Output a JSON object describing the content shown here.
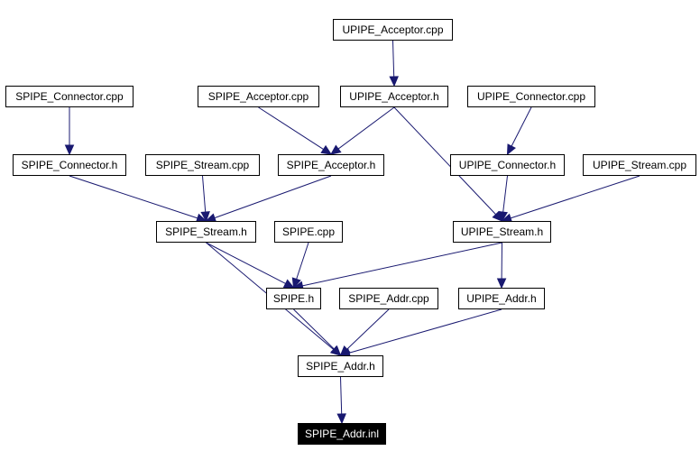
{
  "diagram": {
    "edge_color": "#191970",
    "highlight_color": "#000000",
    "nodes": {
      "upipe_acceptor_cpp": "UPIPE_Acceptor.cpp",
      "spipe_connector_cpp": "SPIPE_Connector.cpp",
      "spipe_acceptor_cpp": "SPIPE_Acceptor.cpp",
      "upipe_acceptor_h": "UPIPE_Acceptor.h",
      "upipe_connector_cpp": "UPIPE_Connector.cpp",
      "spipe_connector_h": "SPIPE_Connector.h",
      "spipe_stream_cpp": "SPIPE_Stream.cpp",
      "spipe_acceptor_h": "SPIPE_Acceptor.h",
      "upipe_connector_h": "UPIPE_Connector.h",
      "upipe_stream_cpp": "UPIPE_Stream.cpp",
      "spipe_stream_h": "SPIPE_Stream.h",
      "spipe_cpp": "SPIPE.cpp",
      "upipe_stream_h": "UPIPE_Stream.h",
      "spipe_h": "SPIPE.h",
      "spipe_addr_cpp": "SPIPE_Addr.cpp",
      "upipe_addr_h": "UPIPE_Addr.h",
      "spipe_addr_h": "SPIPE_Addr.h",
      "spipe_addr_inl": "SPIPE_Addr.inl"
    },
    "edges": [
      [
        "upipe_acceptor_cpp",
        "upipe_acceptor_h"
      ],
      [
        "spipe_connector_cpp",
        "spipe_connector_h"
      ],
      [
        "spipe_acceptor_cpp",
        "spipe_acceptor_h"
      ],
      [
        "upipe_acceptor_h",
        "spipe_acceptor_h"
      ],
      [
        "upipe_acceptor_h",
        "upipe_stream_h"
      ],
      [
        "upipe_connector_cpp",
        "upipe_connector_h"
      ],
      [
        "spipe_connector_h",
        "spipe_stream_h"
      ],
      [
        "spipe_stream_cpp",
        "spipe_stream_h"
      ],
      [
        "spipe_acceptor_h",
        "spipe_stream_h"
      ],
      [
        "upipe_connector_h",
        "upipe_stream_h"
      ],
      [
        "upipe_stream_cpp",
        "upipe_stream_h"
      ],
      [
        "spipe_stream_h",
        "spipe_h"
      ],
      [
        "spipe_stream_h",
        "spipe_addr_h"
      ],
      [
        "spipe_cpp",
        "spipe_h"
      ],
      [
        "upipe_stream_h",
        "spipe_h"
      ],
      [
        "upipe_stream_h",
        "upipe_addr_h"
      ],
      [
        "spipe_h",
        "spipe_addr_h"
      ],
      [
        "spipe_addr_cpp",
        "spipe_addr_h"
      ],
      [
        "upipe_addr_h",
        "spipe_addr_h"
      ],
      [
        "spipe_addr_h",
        "spipe_addr_inl"
      ]
    ]
  }
}
